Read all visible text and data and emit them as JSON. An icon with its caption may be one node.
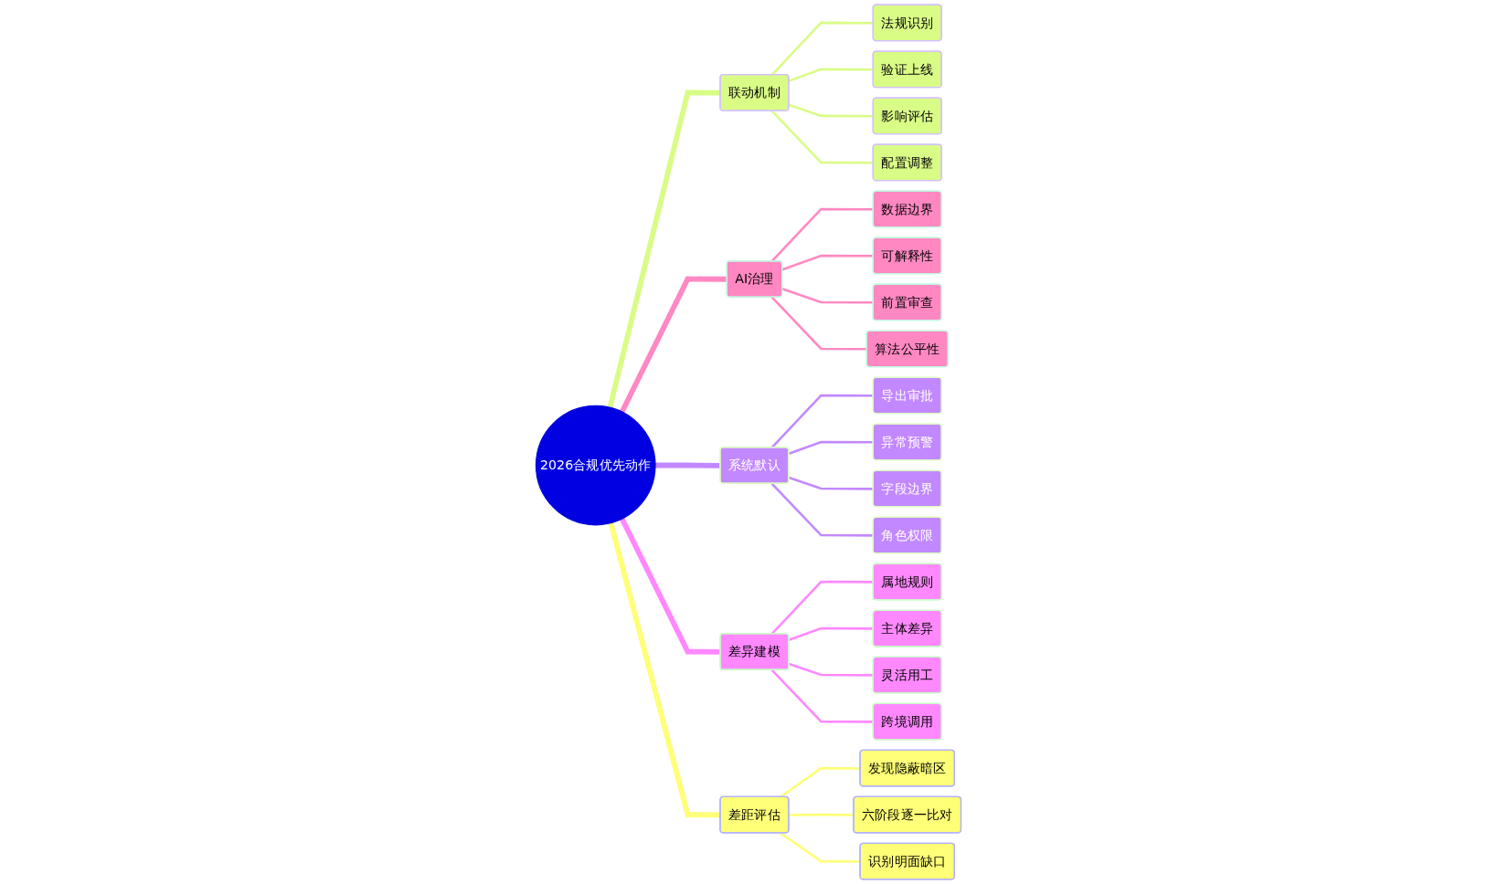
{
  "diagram": {
    "nodes": [
      {
        "text": [
          "2026合规优先动作"
        ]
      },
      {
        "text": [
          "联动机制"
        ]
      },
      {
        "text": [
          "法规识别"
        ]
      },
      {
        "text": [
          "验证上线"
        ]
      },
      {
        "text": [
          "影响评估"
        ]
      },
      {
        "text": [
          "配置调整"
        ]
      },
      {
        "text": [
          "AI治理"
        ]
      },
      {
        "text": [
          "数据边界"
        ]
      },
      {
        "text": [
          "可解释性"
        ]
      },
      {
        "text": [
          "前置审查"
        ]
      },
      {
        "text": [
          "算法公平性"
        ]
      },
      {
        "text": [
          "系统默认"
        ]
      },
      {
        "text": [
          "导出审批"
        ]
      },
      {
        "text": [
          "异常预警"
        ]
      },
      {
        "text": [
          "字段边界"
        ]
      },
      {
        "text": [
          "角色权限"
        ]
      },
      {
        "text": [
          "差异建模"
        ]
      },
      {
        "text": [
          "属地规则"
        ]
      },
      {
        "text": [
          "主体差异"
        ]
      },
      {
        "text": [
          "灵活用工"
        ]
      },
      {
        "text": [
          "跨境调用"
        ]
      },
      {
        "text": [
          "差距评估"
        ]
      },
      {
        "text": [
          "发现隐蔽暗区"
        ]
      },
      {
        "text": [
          "六阶段逐一比对"
        ]
      },
      {
        "text": [
          "识别明面缺口"
        ]
      }
    ],
    "edges": [
      {
        "from": 0,
        "to": 1,
        "arrow": "none",
        "style": "thick",
        "color": "#d9fc86"
      },
      {
        "from": 1,
        "to": 2,
        "arrow": "none",
        "color": "#d9fc86"
      },
      {
        "from": 1,
        "to": 3,
        "arrow": "none",
        "color": "#d9fc86"
      },
      {
        "from": 1,
        "to": 4,
        "arrow": "none",
        "color": "#d9fc86"
      },
      {
        "from": 1,
        "to": 5,
        "arrow": "none",
        "color": "#d9fc86"
      },
      {
        "from": 0,
        "to": 6,
        "arrow": "none",
        "style": "thick",
        "color": "#ff88c2"
      },
      {
        "from": 6,
        "to": 7,
        "arrow": "none",
        "color": "#ff88c2"
      },
      {
        "from": 6,
        "to": 8,
        "arrow": "none",
        "color": "#ff88c2"
      },
      {
        "from": 6,
        "to": 9,
        "arrow": "none",
        "color": "#ff88c2"
      },
      {
        "from": 6,
        "to": 10,
        "arrow": "none",
        "color": "#ff88c2"
      },
      {
        "from": 0,
        "to": 11,
        "arrow": "none",
        "style": "thick",
        "color": "#c288ff"
      },
      {
        "from": 11,
        "to": 12,
        "arrow": "none",
        "color": "#c288ff"
      },
      {
        "from": 11,
        "to": 13,
        "arrow": "none",
        "color": "#c288ff"
      },
      {
        "from": 11,
        "to": 14,
        "arrow": "none",
        "color": "#c288ff"
      },
      {
        "from": 11,
        "to": 15,
        "arrow": "none",
        "color": "#c288ff"
      },
      {
        "from": 0,
        "to": 16,
        "arrow": "none",
        "style": "thick",
        "color": "#ff88ff"
      },
      {
        "from": 16,
        "to": 17,
        "arrow": "none",
        "color": "#ff88ff"
      },
      {
        "from": 16,
        "to": 18,
        "arrow": "none",
        "color": "#ff88ff"
      },
      {
        "from": 16,
        "to": 19,
        "arrow": "none",
        "color": "#ff88ff"
      },
      {
        "from": 16,
        "to": 20,
        "arrow": "none",
        "color": "#ff88ff"
      },
      {
        "from": 0,
        "to": 21,
        "arrow": "none",
        "style": "thick",
        "color": "#ffff78"
      },
      {
        "from": 21,
        "to": 22,
        "arrow": "none",
        "color": "#ffff78"
      },
      {
        "from": 21,
        "to": 23,
        "arrow": "none",
        "color": "#ffff78"
      },
      {
        "from": 21,
        "to": 24,
        "arrow": "none",
        "color": "#ffff78"
      }
    ]
  }
}
